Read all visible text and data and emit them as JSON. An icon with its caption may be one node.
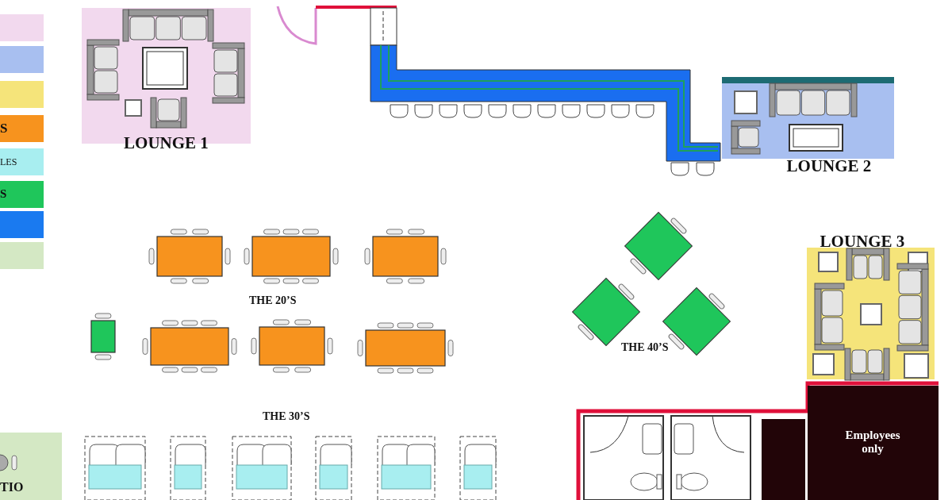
{
  "diagram": {
    "nodes": [
      {
        "text": [
          "LOUNGE 1"
        ]
      },
      {
        "text": [
          "LOUNGE 2"
        ]
      },
      {
        "text": [
          "LOUNGE 3"
        ]
      },
      {
        "text": [
          "Employees only"
        ]
      },
      {
        "text": [
          "TIO"
        ]
      }
    ],
    "labels": [
      "S",
      "LES",
      "S",
      "THE 20’S",
      "THE 40’S",
      "THE 30’S"
    ]
  }
}
